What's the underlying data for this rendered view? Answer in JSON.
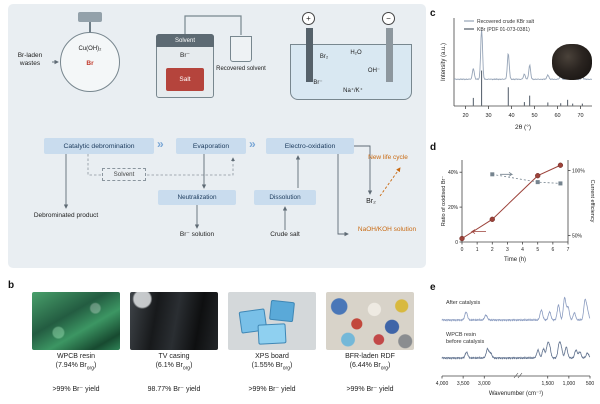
{
  "colors": {
    "orange": "#c96a12",
    "flow-box": "#c9dcee",
    "flow-text": "#1b3a5c",
    "salt-red": "#b5443c",
    "panel-bg": "#e9eef2"
  },
  "panels": {
    "a": "a",
    "b": "b",
    "c": "c",
    "d": "d",
    "e": "e"
  },
  "panel_a": {
    "wastes": "Br-laden wastes",
    "reactor": {
      "catalyst": "Cu(OH)₂",
      "br": "Br"
    },
    "evaporator": {
      "solvent": "Solvent",
      "br": "Br⁻",
      "salt": "Salt",
      "recovered": "Recovered solvent"
    },
    "cell": {
      "plus": "+",
      "minus": "−",
      "br2": "Br₂",
      "h2o": "H₂O",
      "br": "Br⁻",
      "cations": "Na⁺/K⁺",
      "oh": "OH⁻"
    },
    "chevron": "»",
    "boxes": {
      "catalytic": "Catalytic debromination",
      "evaporation": "Evaporation",
      "electro": "Electro-oxidation",
      "solvent": "Solvent",
      "neutralization": "Neutralization",
      "dissolution": "Dissolution"
    },
    "outputs": {
      "debrominated": "Debrominated product",
      "br_solution": "Br⁻ solution",
      "crude_salt": "Crude salt",
      "br2": "Br₂",
      "new_life": "New life cycle",
      "naoh": "NaOH/KOH solution"
    }
  },
  "panel_b": {
    "items": [
      {
        "title": "WPCB resin",
        "pct_prefix": "(7.94% Br",
        "pct_sub": "org",
        "pct_suffix": ")",
        "yield": ">99% Br⁻ yield"
      },
      {
        "title": "TV casing",
        "pct_prefix": "(6.1% Br",
        "pct_sub": "org",
        "pct_suffix": ")",
        "yield": "98.77% Br⁻ yield"
      },
      {
        "title": "XPS board",
        "pct_prefix": "(1.55% Br",
        "pct_sub": "org",
        "pct_suffix": ")",
        "yield": ">99% Br⁻ yield"
      },
      {
        "title": "BFR-laden RDF",
        "pct_prefix": "(6.44% Br",
        "pct_sub": "org",
        "pct_suffix": ")",
        "yield": ">99% Br⁻ yield"
      }
    ]
  },
  "chart_data": [
    {
      "id": "c",
      "type": "line",
      "title": "",
      "xlabel": "2θ (°)",
      "ylabel": "Intensity (a.u.)",
      "xlim": [
        15,
        75
      ],
      "xticks": [
        20,
        30,
        40,
        50,
        60,
        70
      ],
      "grid": false,
      "legend_position": "top-left",
      "series": [
        {
          "name": "Recovered crude KBr salt",
          "color": "#97a5b8",
          "style": "trace",
          "peaks": [
            [
              23.4,
              0.22
            ],
            [
              27.0,
              1.0
            ],
            [
              38.6,
              0.52
            ],
            [
              45.6,
              0.1
            ],
            [
              47.9,
              0.28
            ],
            [
              55.8,
              0.09
            ],
            [
              61.4,
              0.07
            ],
            [
              64.4,
              0.16
            ],
            [
              66.6,
              0.06
            ],
            [
              70.8,
              0.05
            ]
          ]
        },
        {
          "name": "KBr (PDF 01-073-0381)",
          "color": "#4f5a66",
          "style": "sticks",
          "peaks": [
            [
              23.4,
              0.2
            ],
            [
              27.0,
              0.92
            ],
            [
              38.6,
              0.48
            ],
            [
              45.6,
              0.09
            ],
            [
              47.9,
              0.26
            ],
            [
              55.8,
              0.08
            ],
            [
              61.4,
              0.06
            ],
            [
              64.4,
              0.15
            ],
            [
              66.6,
              0.05
            ],
            [
              70.8,
              0.05
            ]
          ]
        }
      ]
    },
    {
      "id": "d",
      "type": "scatter-line",
      "xlabel": "Time (h)",
      "ylabel_left": "Ratio of oxidised Br⁻",
      "ylabel_right": "Current efficiency",
      "xlim": [
        0,
        7
      ],
      "xticks": [
        0,
        1,
        2,
        3,
        4,
        5,
        6,
        7
      ],
      "ylim_left": [
        0,
        47
      ],
      "yticks_left": [
        [
          0,
          "0"
        ],
        [
          20,
          "20%"
        ],
        [
          40,
          "40%"
        ]
      ],
      "ylim_right": [
        45,
        108
      ],
      "yticks_right": [
        [
          50,
          "50%"
        ],
        [
          100,
          "100%"
        ]
      ],
      "grid": false,
      "series": [
        {
          "name": "Ratio of oxidised Br⁻",
          "axis": "left",
          "marker": "circle",
          "line": true,
          "color": "#9c423a",
          "x": [
            0,
            2,
            5,
            6.5
          ],
          "y": [
            2,
            13,
            38,
            44
          ]
        },
        {
          "name": "Current efficiency",
          "axis": "right",
          "marker": "square",
          "line": true,
          "color": "#76848f",
          "x": [
            2,
            5,
            6.5
          ],
          "y": [
            97,
            91,
            90
          ]
        }
      ]
    },
    {
      "id": "e",
      "type": "line",
      "xlabel": "Wavenumber (cm⁻¹)",
      "xlim": [
        4000,
        500
      ],
      "xticks": [
        [
          4000,
          "4,000"
        ],
        [
          3500,
          "3,500"
        ],
        [
          3000,
          "3,000"
        ],
        [
          1500,
          "1,500"
        ],
        [
          1000,
          "1,000"
        ],
        [
          500,
          "500"
        ]
      ],
      "annotations": [
        {
          "lines": [
            "After catalysis"
          ]
        },
        {
          "lines": [
            "WPCB resin",
            "before catalysis"
          ]
        }
      ],
      "series": [
        {
          "name": "After catalysis",
          "color": "#8b9cc0",
          "peaks": [
            [
              3430,
              8
            ],
            [
              2960,
              5
            ],
            [
              1650,
              10
            ],
            [
              1455,
              8
            ],
            [
              1245,
              15
            ],
            [
              1100,
              22
            ],
            [
              1020,
              13
            ],
            [
              870,
              7
            ],
            [
              617,
              19
            ],
            [
              560,
              9
            ]
          ]
        },
        {
          "name": "WPCB resin before catalysis",
          "color": "#5d6f8c",
          "peaks": [
            [
              3420,
              6
            ],
            [
              2925,
              9
            ],
            [
              2850,
              5
            ],
            [
              1730,
              8
            ],
            [
              1600,
              9
            ],
            [
              1505,
              12
            ],
            [
              1455,
              10
            ],
            [
              1230,
              13
            ],
            [
              1180,
              9
            ],
            [
              1060,
              11
            ],
            [
              830,
              8
            ],
            [
              740,
              6
            ],
            [
              560,
              5
            ]
          ]
        }
      ]
    }
  ]
}
